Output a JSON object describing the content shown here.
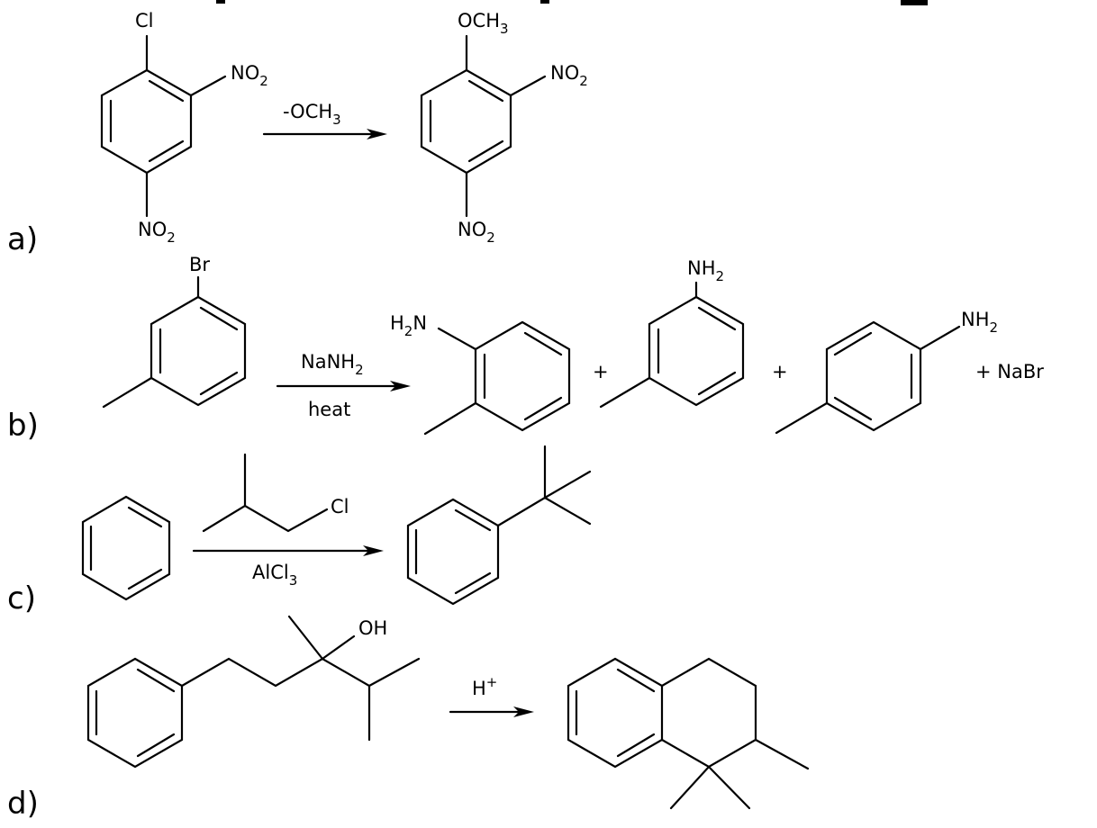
{
  "reactions": [
    {
      "label": "a)",
      "reagent_above": "-OCH",
      "reagent_above_sub": "3",
      "reactant_atoms": {
        "top": "Cl",
        "nitro_ortho": "NO",
        "nitro_ortho_sub": "2",
        "nitro_para": "NO",
        "nitro_para_sub": "2"
      },
      "product_atoms": {
        "top": "OCH",
        "top_sub": "3",
        "nitro_ortho": "NO",
        "nitro_ortho_sub": "2",
        "nitro_para": "NO",
        "nitro_para_sub": "2"
      }
    },
    {
      "label": "b)",
      "reagent_above": "NaNH",
      "reagent_above_sub": "2",
      "reagent_below": "heat",
      "reactant_atoms": {
        "top": "Br"
      },
      "product_1": {
        "amine_prefix": "H",
        "amine_prefix_sub": "2",
        "amine_suffix": "N"
      },
      "plus_1": "+",
      "product_2": {
        "amine": "NH",
        "amine_sub": "2"
      },
      "plus_2": "+",
      "product_3": {
        "amine": "NH",
        "amine_sub": "2"
      },
      "byproduct": "+ NaBr"
    },
    {
      "label": "c)",
      "reagent_atom": "Cl",
      "reagent_below": "AlCl",
      "reagent_below_sub": "3"
    },
    {
      "label": "d)",
      "reactant_atom": "OH",
      "reagent_above": "H",
      "reagent_above_sup": "+"
    }
  ]
}
